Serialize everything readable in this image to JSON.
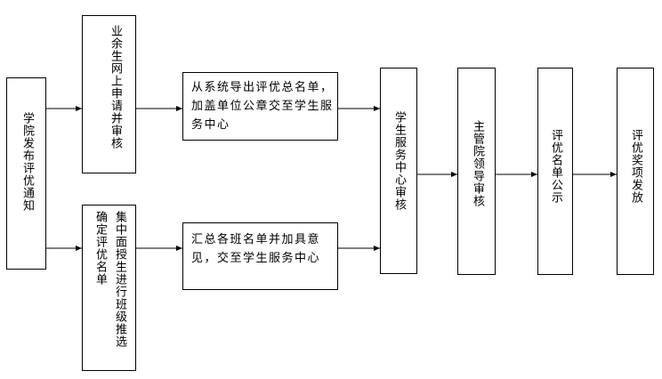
{
  "nodes": {
    "start": "学院发布评优通知",
    "spare": "业余生网上申请并审核",
    "class_col1": "集中面授生进行班级推选",
    "class_col2": "确定评优名单",
    "export_list": "从系统导出评优总名单，加盖单位公章交至学生服务中心",
    "summarize": "汇总各班名单并加具意见，交至学生服务中心",
    "center_review": "学生服务中心审核",
    "leader_review": "主管院领导审核",
    "publicize": "评优名单公示",
    "award": "评优奖项发放"
  }
}
